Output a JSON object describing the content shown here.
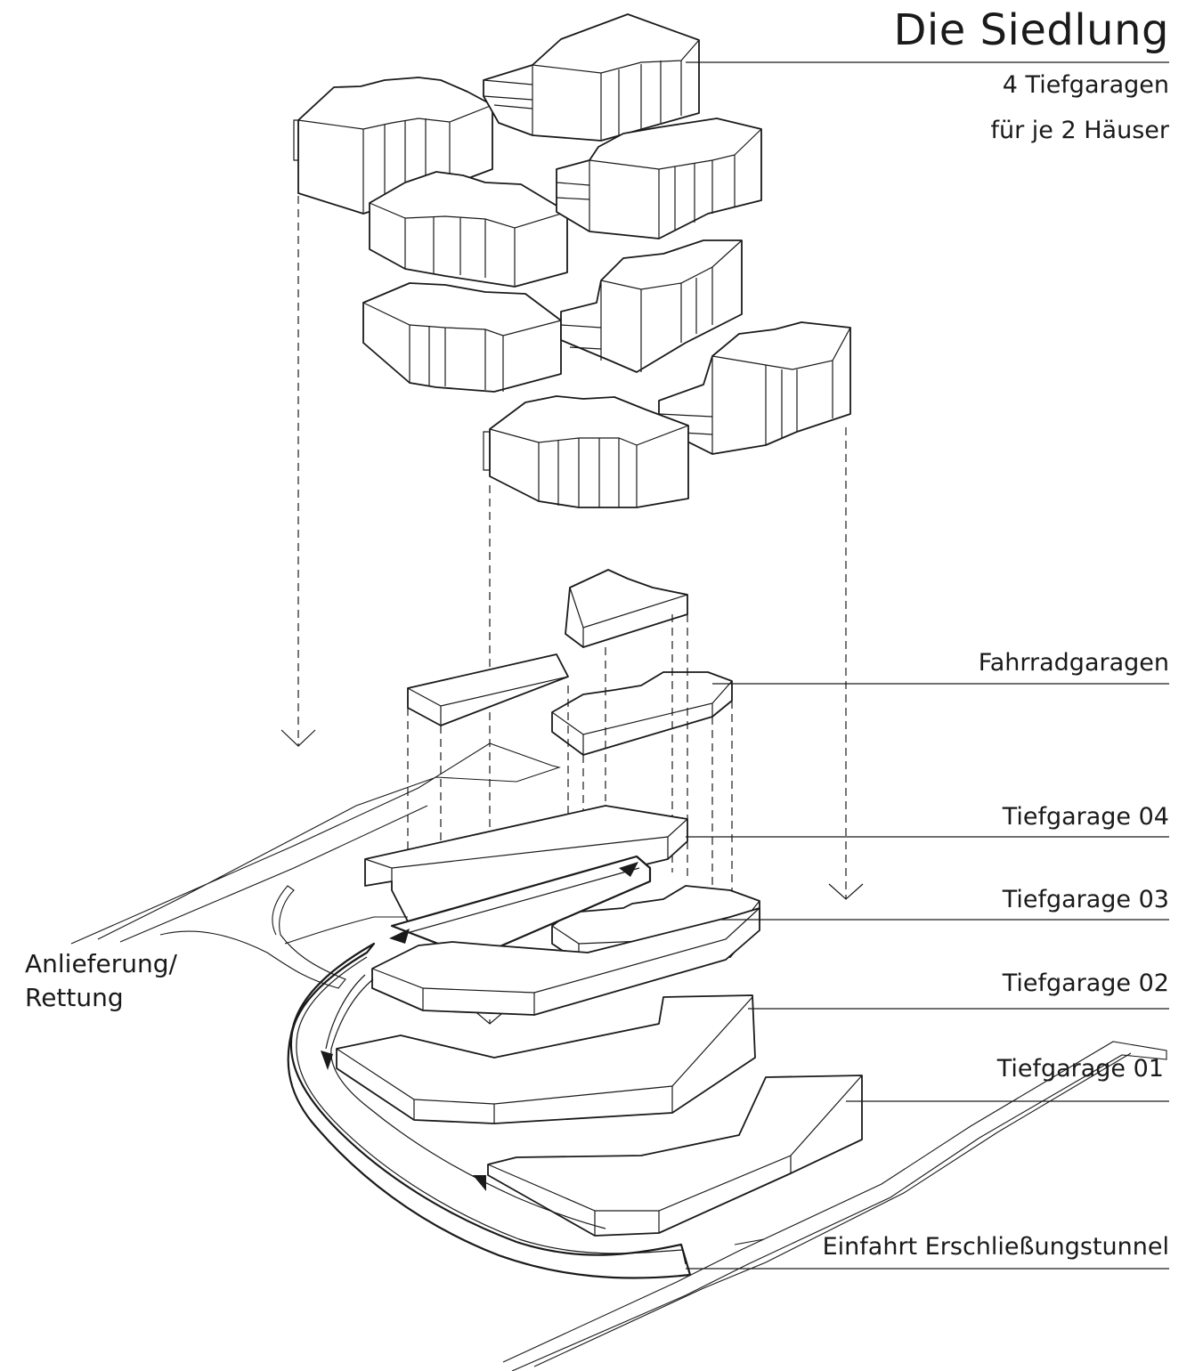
{
  "title": "Die Siedlung",
  "subtitle_line1": "4 Tiefgaragen",
  "subtitle_line2": "für je 2 Häuser",
  "labels": {
    "fahrradgaragen": "Fahrradgaragen",
    "tiefgarage_04": "Tiefgarage 04",
    "tiefgarage_03": "Tiefgarage 03",
    "tiefgarage_02": "Tiefgarage 02",
    "tiefgarage_01": "Tiefgarage 01",
    "einfahrt": "Einfahrt Erschließungstunnel",
    "anlieferung_line1": "Anlieferung/",
    "anlieferung_line2": "Rettung"
  },
  "colors": {
    "ink": "#1a1a1a",
    "background": "#ffffff"
  }
}
